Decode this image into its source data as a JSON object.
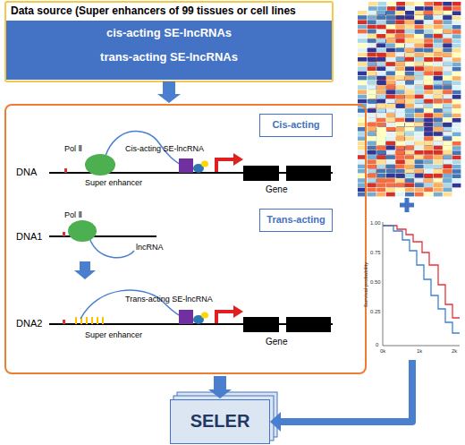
{
  "diagram": {
    "nodes": [
      {
        "text": [
          "Data source (Super enhancers of 99 tissues or cell lines"
        ]
      },
      {
        "text": [
          "cis-acting SE-lncRNAs",
          "trans-acting SE-lncRNAs"
        ],
        "in": 0
      },
      {
        "text": [
          "DNA",
          "Pol Ⅱ",
          "Cis-acting SE-lncRNA",
          "Super enhancer",
          "Gene",
          "DNA1",
          "Pol Ⅱ",
          "lncRNA",
          "Trans-acting SE-lncRNA",
          "DNA2",
          "Super enhancer",
          "Gene"
        ]
      },
      {
        "text": [
          "Cis-acting"
        ],
        "in": 2
      },
      {
        "text": [
          "Trans-acting"
        ],
        "in": 2
      },
      {
        "text": [
          "Survival probability",
          "1.00",
          "0.75",
          "0.50",
          "0.25",
          "0",
          "0k",
          "1k",
          "2k"
        ]
      },
      {
        "text": [
          "SELER"
        ]
      }
    ],
    "edges": [
      {
        "from": 1,
        "to": 2,
        "arrow": "to"
      },
      {
        "from": 2,
        "to": 6,
        "arrow": "to"
      },
      {
        "from": 5,
        "to": 6,
        "arrow": "to"
      }
    ]
  }
}
